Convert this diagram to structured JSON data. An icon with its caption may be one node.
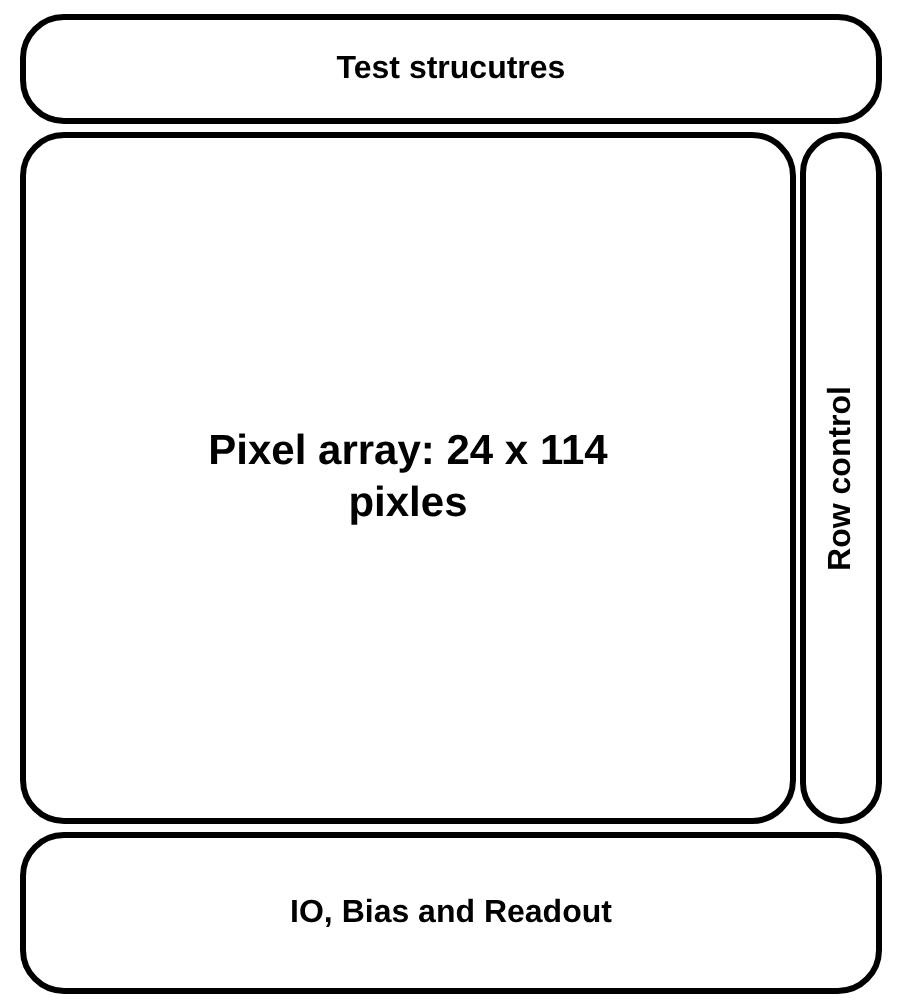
{
  "diagram": {
    "nodes": [
      {
        "text": [
          "Test strucutres"
        ]
      },
      {
        "text": [
          "Pixel array: 24 x 114 pixles"
        ]
      },
      {
        "text": [
          "Row control"
        ]
      },
      {
        "text": [
          "IO, Bias and Readout"
        ]
      }
    ]
  }
}
